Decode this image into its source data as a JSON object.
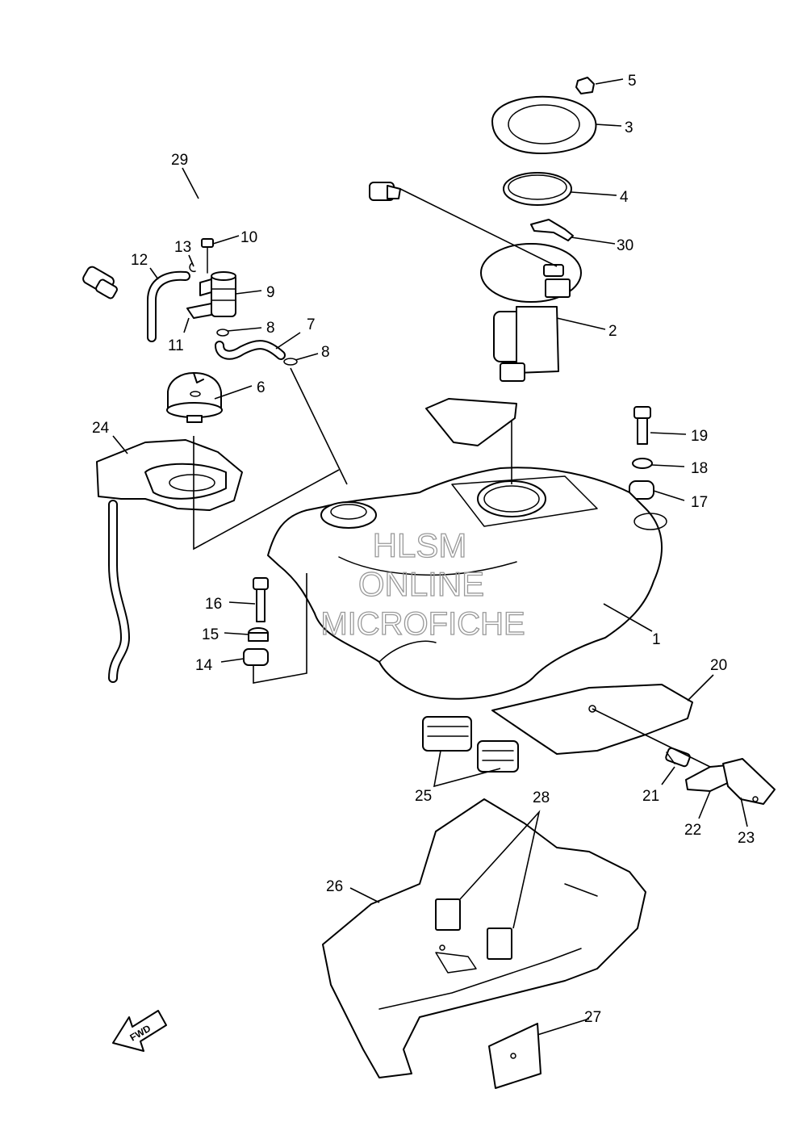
{
  "watermark": {
    "line1": "HLSM",
    "line2": "ONLINE",
    "line3": "MICROFICHE"
  },
  "fwd_label": "FWD",
  "callouts": {
    "c1": "1",
    "c2": "2",
    "c3": "3",
    "c4": "4",
    "c5": "5",
    "c6": "6",
    "c7": "7",
    "c8a": "8",
    "c8b": "8",
    "c9": "9",
    "c10": "10",
    "c11": "11",
    "c12": "12",
    "c13": "13",
    "c14": "14",
    "c15": "15",
    "c16": "16",
    "c17": "17",
    "c18": "18",
    "c19": "19",
    "c20": "20",
    "c21": "21",
    "c22": "22",
    "c23": "23",
    "c24": "24",
    "c25": "25",
    "c26": "26",
    "c27": "27",
    "c28": "28",
    "c29": "29",
    "c30": "30"
  }
}
